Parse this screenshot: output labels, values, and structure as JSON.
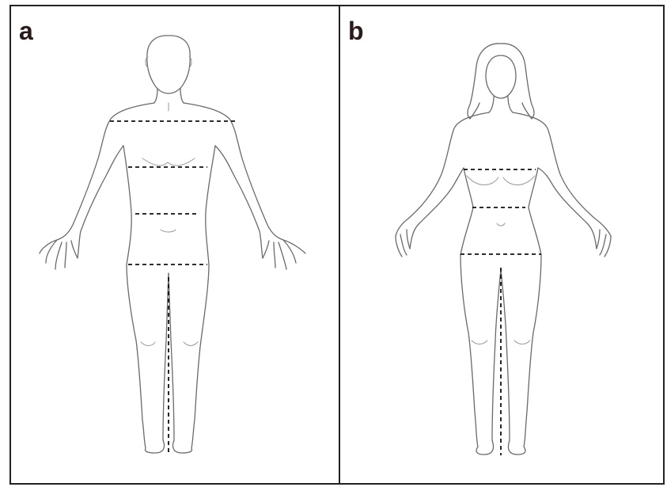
{
  "panels": [
    {
      "label": "a",
      "figure": "male-body-outline"
    },
    {
      "label": "b",
      "figure": "female-body-outline"
    }
  ],
  "colors": {
    "border": "#222222",
    "label": "#2a1a1a",
    "sketch": "#6a6a6a",
    "measure_line": "#111111",
    "background": "#ffffff"
  }
}
